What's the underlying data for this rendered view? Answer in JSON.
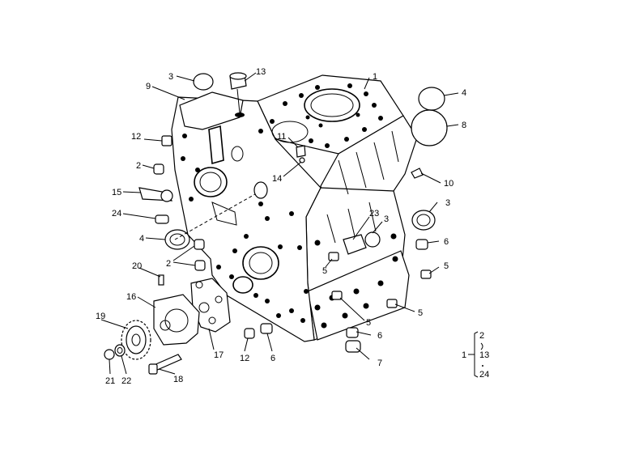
{
  "labels": {
    "p1": "1",
    "p2a": "2",
    "p2b": "2",
    "p2c": "2",
    "p3a": "3",
    "p3b": "3",
    "p3c": "3",
    "p4a": "4",
    "p4b": "4",
    "p5a": "5",
    "p5b": "5",
    "p5c": "5",
    "p5d": "5",
    "p6a": "6",
    "p6b": "6",
    "p6c": "6",
    "p7": "7",
    "p8": "8",
    "p9": "9",
    "p10": "10",
    "p11": "11",
    "p12a": "12",
    "p12b": "12",
    "p13": "13",
    "p14": "14",
    "p15": "15",
    "p16": "16",
    "p17": "17",
    "p18": "18",
    "p19": "19",
    "p20": "20",
    "p21": "21",
    "p22": "22",
    "p23": "23",
    "p24": "24"
  },
  "legend": {
    "group": "1",
    "first": "2",
    "mid": "13",
    "last": "24"
  }
}
